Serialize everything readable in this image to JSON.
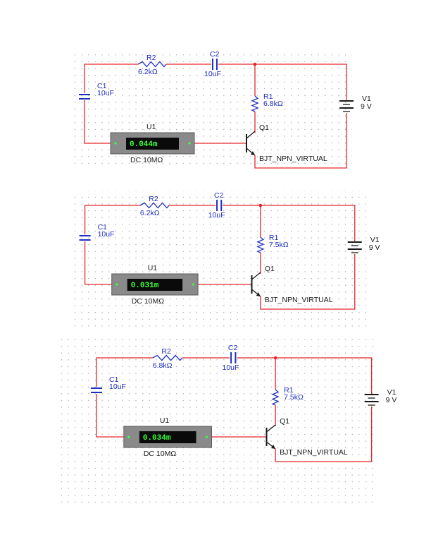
{
  "circuits": [
    {
      "r2": {
        "name": "R2",
        "value": "6.2kΩ"
      },
      "c2": {
        "name": "C2",
        "value": "10uF"
      },
      "c1": {
        "name": "C1",
        "value": "10uF"
      },
      "r1": {
        "name": "R1",
        "value": "6.8kΩ"
      },
      "v1": {
        "name": "V1",
        "value": "9 V"
      },
      "q1": {
        "name": "Q1",
        "model": "BJT_NPN_VIRTUAL"
      },
      "meter": {
        "name": "U1",
        "reading": "0.044m",
        "mode": "DC  10MΩ"
      }
    },
    {
      "r2": {
        "name": "R2",
        "value": "6.2kΩ"
      },
      "c2": {
        "name": "C2",
        "value": "10uF"
      },
      "c1": {
        "name": "C1",
        "value": "10uF"
      },
      "r1": {
        "name": "R1",
        "value": "7.5kΩ"
      },
      "v1": {
        "name": "V1",
        "value": "9 V"
      },
      "q1": {
        "name": "Q1",
        "model": "BJT_NPN_VIRTUAL"
      },
      "meter": {
        "name": "U1",
        "reading": "0.031m",
        "mode": "DC  10MΩ"
      }
    },
    {
      "r2": {
        "name": "R2",
        "value": "6.8kΩ"
      },
      "c2": {
        "name": "C2",
        "value": "10uF"
      },
      "c1": {
        "name": "C1",
        "value": "10uF"
      },
      "r1": {
        "name": "R1",
        "value": "7.5kΩ"
      },
      "v1": {
        "name": "V1",
        "value": "9 V"
      },
      "q1": {
        "name": "Q1",
        "model": "BJT_NPN_VIRTUAL"
      },
      "meter": {
        "name": "U1",
        "reading": "0.034m",
        "mode": "DC  10MΩ"
      }
    }
  ],
  "colors": {
    "wire": "#e8262a",
    "label": "#1f2fbf",
    "meter_body": "#8a8a8a",
    "meter_display": "#0a0a0a",
    "meter_text": "#3cff3c"
  }
}
